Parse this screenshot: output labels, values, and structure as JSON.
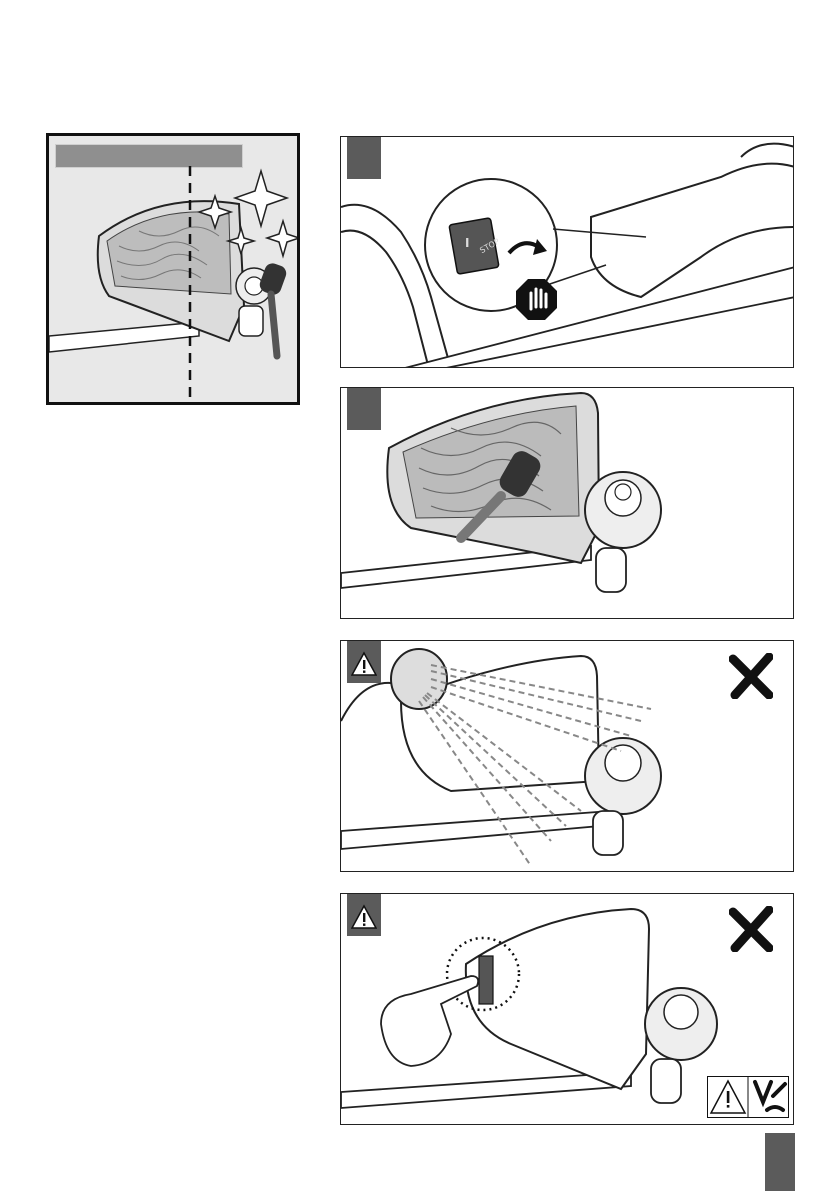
{
  "overview": {
    "label_bar": "",
    "icons": [
      "sparkle-icon",
      "brush-icon",
      "dashed-cut-line"
    ]
  },
  "panels": [
    {
      "kind": "step",
      "icons": [
        "on-stop-switch-icon",
        "stop-hand-icon",
        "arrow-icon"
      ]
    },
    {
      "kind": "step",
      "icons": [
        "brush-icon",
        "grass-debris"
      ]
    },
    {
      "kind": "warning",
      "icons": [
        "warning-triangle-icon",
        "water-spray-icon",
        "x-mark-icon"
      ]
    },
    {
      "kind": "warning",
      "icons": [
        "warning-triangle-icon",
        "finger-touch-icon",
        "x-mark-icon",
        "cut-hazard-icon"
      ]
    }
  ],
  "switch_label_top": "I",
  "switch_label_bottom": "STOP",
  "colors": {
    "tab": "#5b5b5b",
    "overview_bg": "#e8e8e8",
    "line": "#222222"
  }
}
